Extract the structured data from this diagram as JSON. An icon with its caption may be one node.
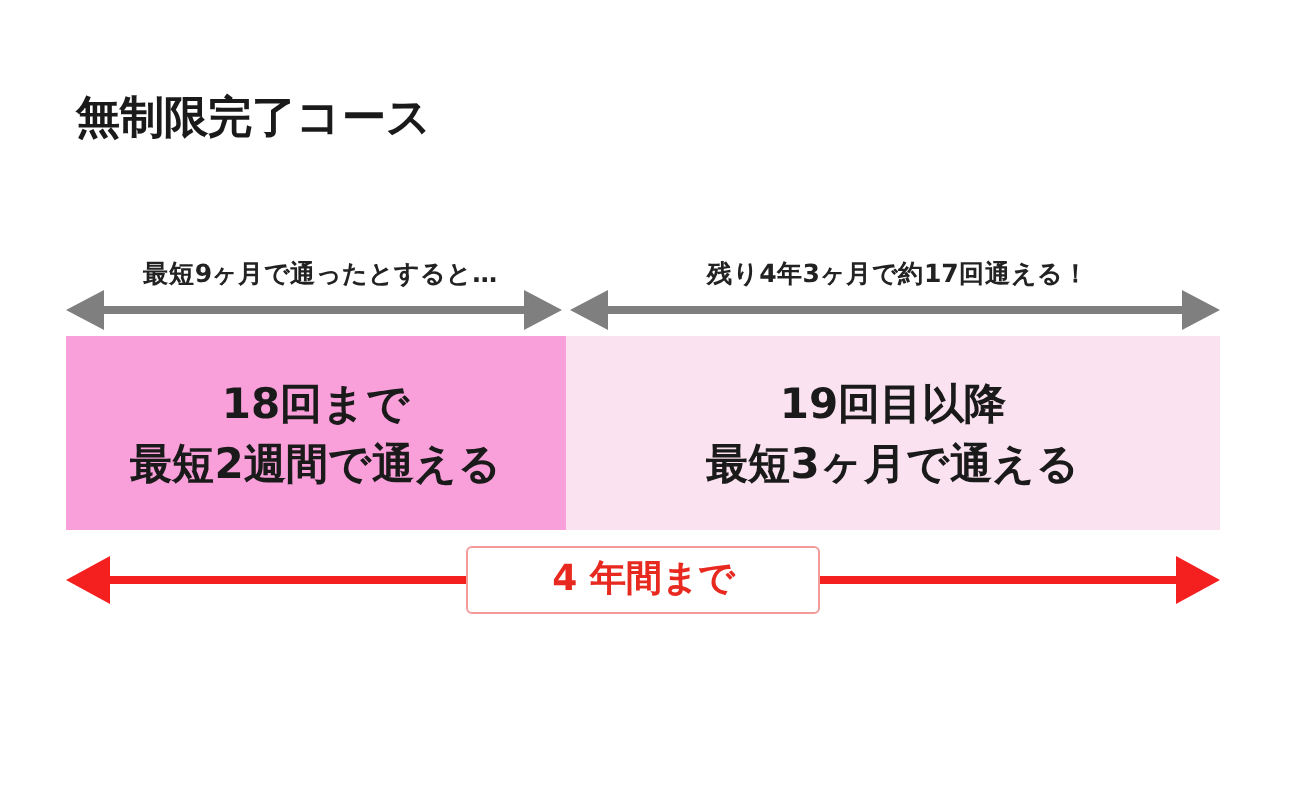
{
  "diagram": {
    "title": "無制限完了コース",
    "nodes": [
      {
        "text": [
          "18回まで",
          "最短2週間で通える"
        ]
      },
      {
        "text": [
          "19回目以降",
          "最短3ヶ月で通える"
        ]
      },
      {
        "text": [
          "4 年間まで"
        ]
      }
    ],
    "labels": [
      "最短9ヶ月で通ったとすると…",
      "残り4年3ヶ月で約17回通える！"
    ]
  }
}
